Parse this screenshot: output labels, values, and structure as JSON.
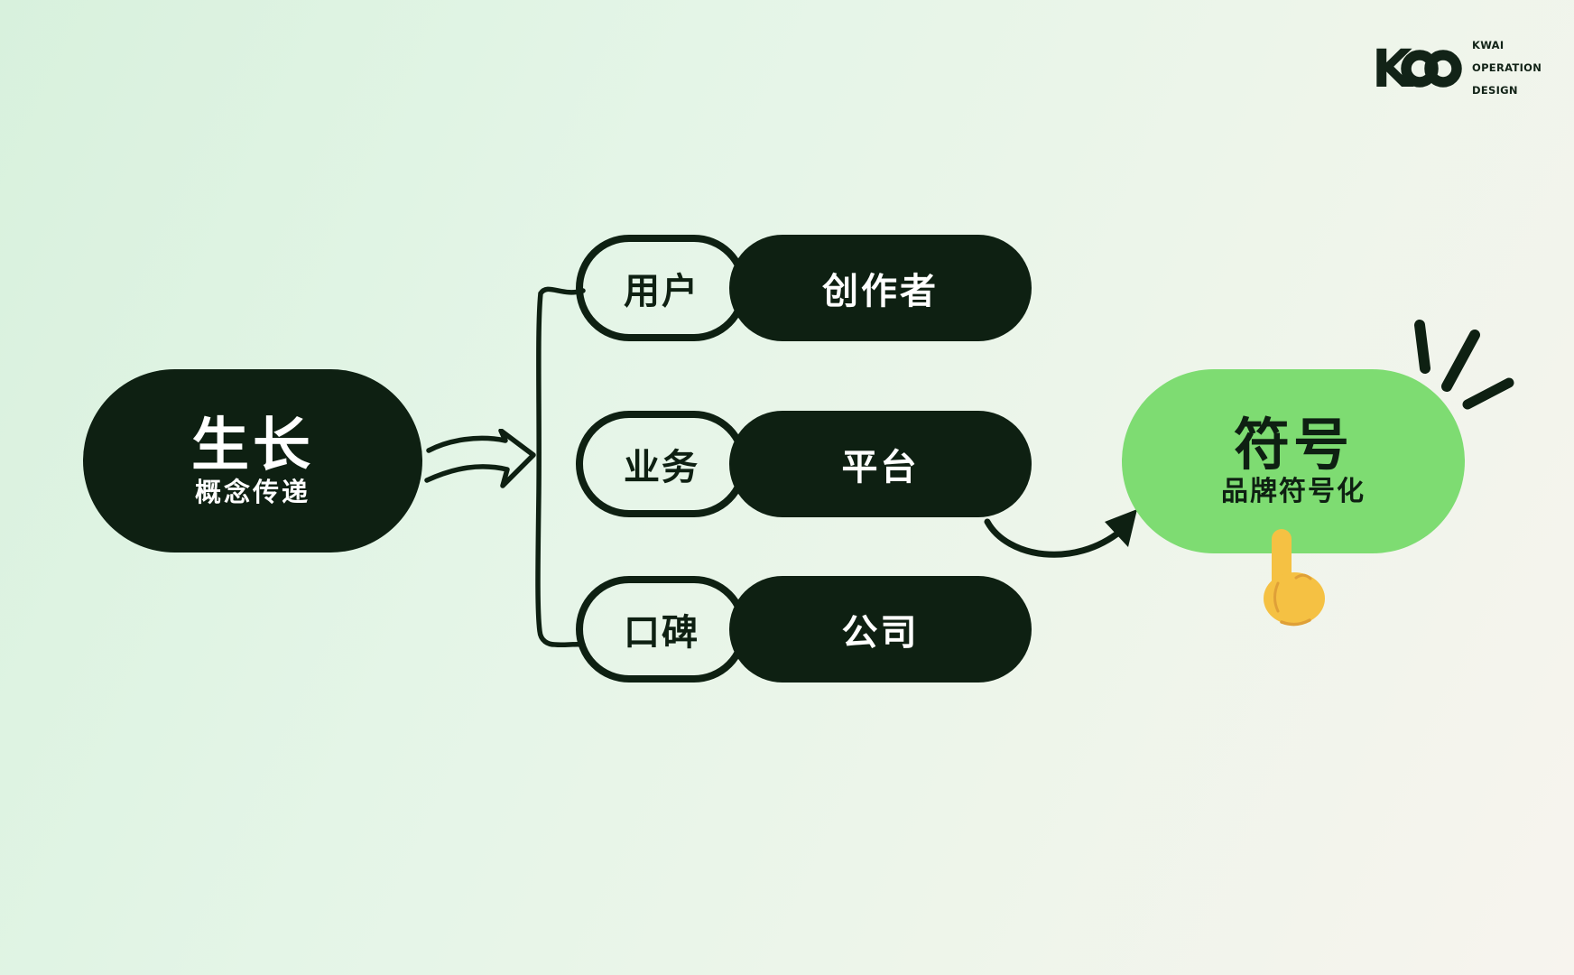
{
  "logo": {
    "mark_letter": "K",
    "line1": "KWAI",
    "line2": "OPERATION",
    "line3": "DESIGN"
  },
  "root": {
    "title": "生长",
    "subtitle": "概念传递"
  },
  "rows": [
    {
      "label": "用户",
      "value": "创作者"
    },
    {
      "label": "业务",
      "value": "平台"
    },
    {
      "label": "口碑",
      "value": "公司"
    }
  ],
  "result": {
    "title": "符号",
    "subtitle": "品牌符号化"
  },
  "icons": {
    "flow_arrow": "hand-drawn-right-arrow",
    "bracket": "hand-drawn-tree-bracket",
    "curve_arrow": "hand-drawn-curved-arrow",
    "burst": "emphasis-burst-lines",
    "pointer": "finger-pointing-up",
    "logo_mark": "kod-infinity-mark"
  },
  "colors": {
    "dark": "#0e2012",
    "green": "#7edc72",
    "background_left": "#d8f1dd",
    "background_right": "#f7f4ee",
    "finger_yellow": "#f5c143",
    "white": "#ffffff"
  }
}
